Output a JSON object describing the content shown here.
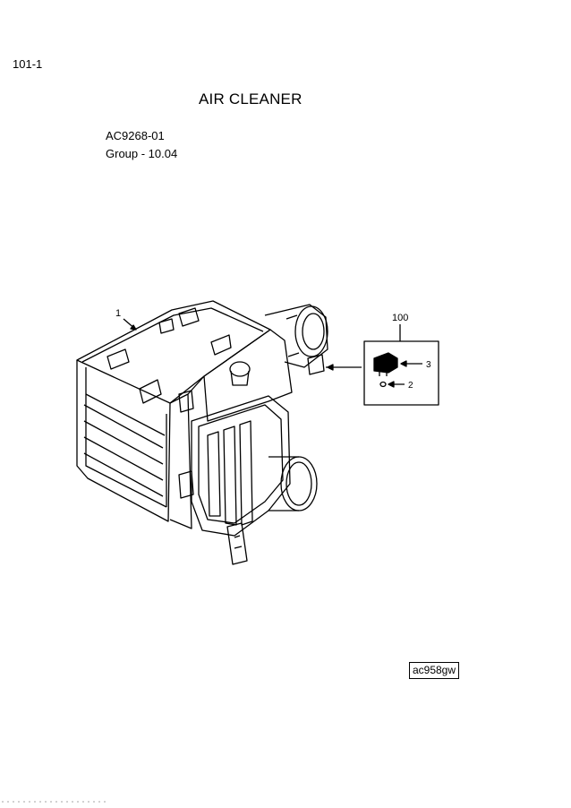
{
  "header": {
    "page_number": "101-1",
    "title": "AIR CLEANER",
    "catalog_number": "AC9268-01",
    "group": "Group - 10.04"
  },
  "callouts": {
    "main_assembly": "1",
    "sensor_group": "100",
    "part_3": "3",
    "part_2": "2"
  },
  "footer": {
    "reference_code": "ac958gw"
  }
}
